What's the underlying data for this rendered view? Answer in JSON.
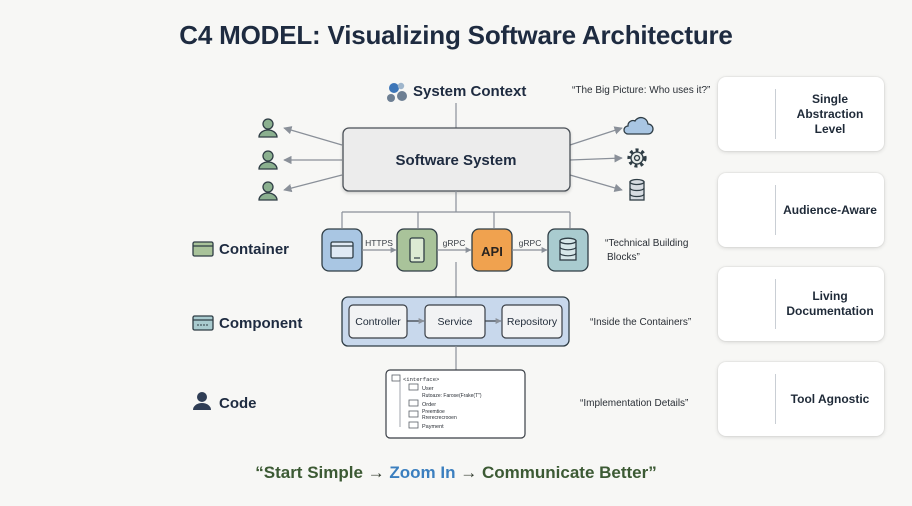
{
  "title": "C4 MODEL: Visualizing Software Architecture",
  "levels": {
    "system_context": "System Context",
    "container": "Container",
    "component": "Component",
    "code": "Code"
  },
  "system_box": "Software System",
  "protocols": {
    "https": "HTTPS",
    "grpc1": "gRPC",
    "grpc2": "gRPC"
  },
  "api_label": "API",
  "components": [
    "Controller",
    "Service",
    "Repository"
  ],
  "code_lines": {
    "interface": "<interface>",
    "user": "User",
    "detail": "Rutoaze: Farose(Frake(T\")",
    "order": "Order",
    "l1": "Preemtioe",
    "l2": "Rrerecrecrooen",
    "payment": "Payment"
  },
  "quotes": {
    "context": "“The Big Picture: Who uses it?”",
    "container_1": "“Technical Building",
    "container_2": "Blocks”",
    "component": "“Inside the Containers”",
    "code": "“Implementation Details”"
  },
  "cards": [
    {
      "label_1": "Single",
      "label_2": "Abstraction Level",
      "icon": "layers-icon"
    },
    {
      "label_1": "Audience-Aware",
      "label_2": "",
      "icon": "audience-icon"
    },
    {
      "label_1": "Living",
      "label_2": "Documentation",
      "icon": "notebook-icon"
    },
    {
      "label_1": "Tool Agnostic",
      "label_2": "",
      "icon": "plug-icon"
    }
  ],
  "tagline": {
    "start": "“Start Simple",
    "arrow": "→",
    "zoom": "Zoom In",
    "end": "Communicate Better”"
  },
  "colors": {
    "container_blue": "#a9c6e3",
    "container_green": "#a9c39a",
    "api_orange": "#f0a24f",
    "component_band": "#c8d8ec",
    "line": "#8a9099"
  }
}
